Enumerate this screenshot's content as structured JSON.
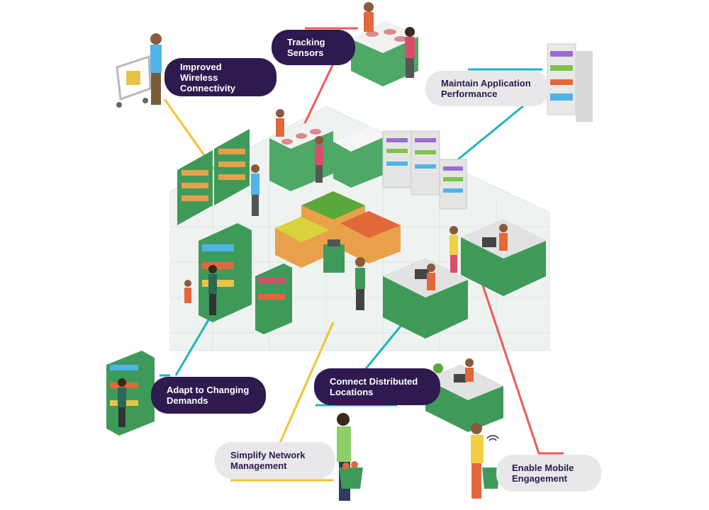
{
  "callouts": {
    "wireless": "Improved Wireless\nConnectivity",
    "tracking": "Tracking\nSensors",
    "performance": "Maintain Application\nPerformance",
    "demands": "Adapt to Changing\nDemands",
    "locations": "Connect Distributed\nLocations",
    "management": "Simplify Network\nManagement",
    "mobile": "Enable Mobile\nEngagement"
  },
  "colors": {
    "navy": "#2e1a4f",
    "light_pill": "#e8e8ea",
    "yellow_line": "#f2c230",
    "red_line": "#ee5a5a",
    "teal_line": "#1fb3c0",
    "fixture_green": "#3f9a5a",
    "floor": "#eef3f1",
    "crate": "#e8a14a"
  },
  "icons": [
    "shopping-cart-icon",
    "shopper-figure-icon",
    "cooler-fridge-icon",
    "checkout-counter-icon",
    "produce-crate-icon",
    "display-shelf-icon",
    "shopping-basket-icon",
    "wifi-icon"
  ]
}
